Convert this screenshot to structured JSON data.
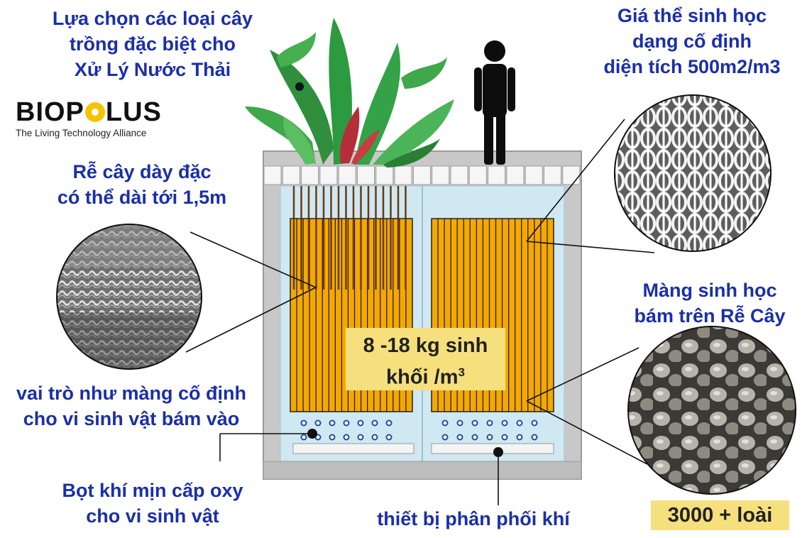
{
  "labels": {
    "plant_selection": [
      "Lựa chọn các loại cây",
      "trồng đặc biệt cho",
      "Xử Lý Nước Thải"
    ],
    "bio_carrier": [
      "Giá thể sinh học",
      "dạng cố định",
      "diện tích 500m2/m3"
    ],
    "roots": [
      "Rễ cây dày đặc",
      "có thể dài tới 1,5m"
    ],
    "root_biofilm": [
      "Màng sinh học",
      "bám trên Rễ Cây"
    ],
    "fixed_film_role": [
      "vai trò như màng cố định",
      "cho vi sinh vật bám vào"
    ],
    "fine_bubbles": [
      "Bọt khí mịn cấp oxy",
      "cho vi sinh vật"
    ],
    "air_distributor": "thiết bị phân phối khí"
  },
  "logo": {
    "word_left": "BIOP",
    "word_right": "LUS",
    "tagline": "The Living Technology Alliance"
  },
  "badges": {
    "biomass_line1": "8 -18 kg sinh",
    "biomass_line2": "khối /m",
    "biomass_sup": "3",
    "species": "3000 + loài"
  },
  "colors": {
    "label_blue": "#1a2fa8",
    "tank_gray": "#c9c9c9",
    "water": "#cde7f2",
    "media_orange": "#f5a800",
    "badge_yellow": "#f6e07e",
    "logo_yellow": "#f5c400"
  }
}
